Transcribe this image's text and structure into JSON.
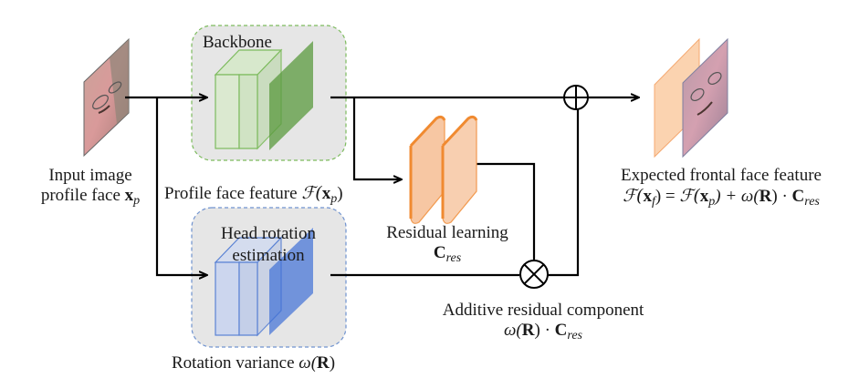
{
  "diagram": {
    "input": {
      "title": "Input image",
      "subtitle_text": "profile face ",
      "symbol": "x",
      "symbol_sub": "p"
    },
    "backbone": {
      "label": "Backbone",
      "caption_text": "Profile face feature ",
      "caption_func": "ℱ(",
      "caption_symbol": "x",
      "caption_sub": "p",
      "caption_close": ")",
      "color": "#6aaa4f"
    },
    "head_rotation": {
      "label_line1": "Head rotation",
      "label_line2": "estimation",
      "caption_text": "Rotation variance ",
      "caption_omega": "ω(",
      "caption_symbol": "R",
      "caption_close": ")",
      "color": "#4a78d4"
    },
    "residual": {
      "label": "Residual learning",
      "symbol": "C",
      "symbol_sub": "res",
      "color": "#f5923e"
    },
    "additive": {
      "label": "Additive residual component",
      "omega": "ω(",
      "symbol_r": "R",
      "dot": ") · ",
      "symbol_c": "C",
      "symbol_sub": "res"
    },
    "output": {
      "label": "Expected frontal face feature",
      "eq_lhs_func": "ℱ(",
      "eq_lhs_sym": "x",
      "eq_lhs_sub": "f",
      "eq_mid": ") = ",
      "eq_rhs_func": "ℱ(",
      "eq_rhs_sym": "x",
      "eq_rhs_sub": "p",
      "eq_plus": ") + ω(",
      "eq_r": "R",
      "eq_dot": ") · ",
      "eq_c": "C",
      "eq_c_sub": "res"
    },
    "operators": {
      "sum": "⊕",
      "product": "⊗"
    }
  }
}
